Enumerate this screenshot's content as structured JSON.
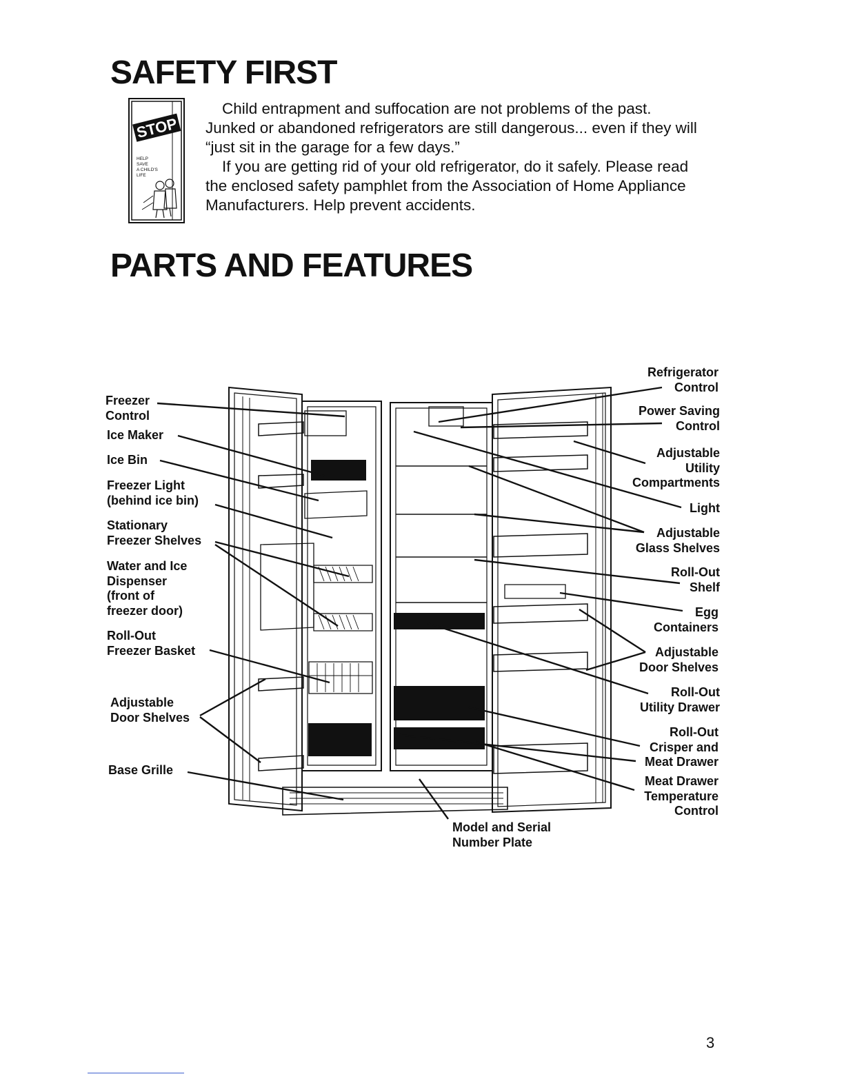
{
  "safety_section": {
    "title": "SAFETY FIRST",
    "poster": {
      "stop_text": "STOP",
      "caption": "HELP SAVE A CHILD'S LIFE"
    },
    "paragraph_1": "Child entrapment  and suffocation  are not problems of the past. Junked or abandoned refrigerators are still dangerous... even if they will “just sit in the garage for a few days.”",
    "paragraph_2": "If you are getting rid of your old refrigerator, do it safely. Please read the enclosed safety pamphlet from the Association of Home Appliance Manufacturers. Help prevent accidents."
  },
  "parts_section": {
    "title": "PARTS AND FEATURES",
    "left_labels": [
      "Freezer\nControl",
      "Ice Maker",
      "Ice Bin",
      "Freezer Light\n(behind ice bin)",
      "Stationary\nFreezer Shelves",
      "Water and Ice\nDispenser\n(front of\nfreezer door)",
      "Roll-Out\nFreezer Basket",
      "Adjustable\nDoor Shelves",
      "Base Grille"
    ],
    "right_labels": [
      "Refrigerator\nControl",
      "Power Saving\nControl",
      "Adjustable\nUtility\nCompartments",
      "Light",
      "Adjustable\nGlass Shelves",
      "Roll-Out\nShelf",
      "Egg\nContainers",
      "Adjustable\nDoor Shelves",
      "Roll-Out\nUtility Drawer",
      "Roll-Out\nCrisper and\nMeat Drawer",
      "Meat Drawer\nTemperature\nControl"
    ],
    "bottom_label": "Model and Serial\nNumber Plate"
  },
  "page_number": "3"
}
